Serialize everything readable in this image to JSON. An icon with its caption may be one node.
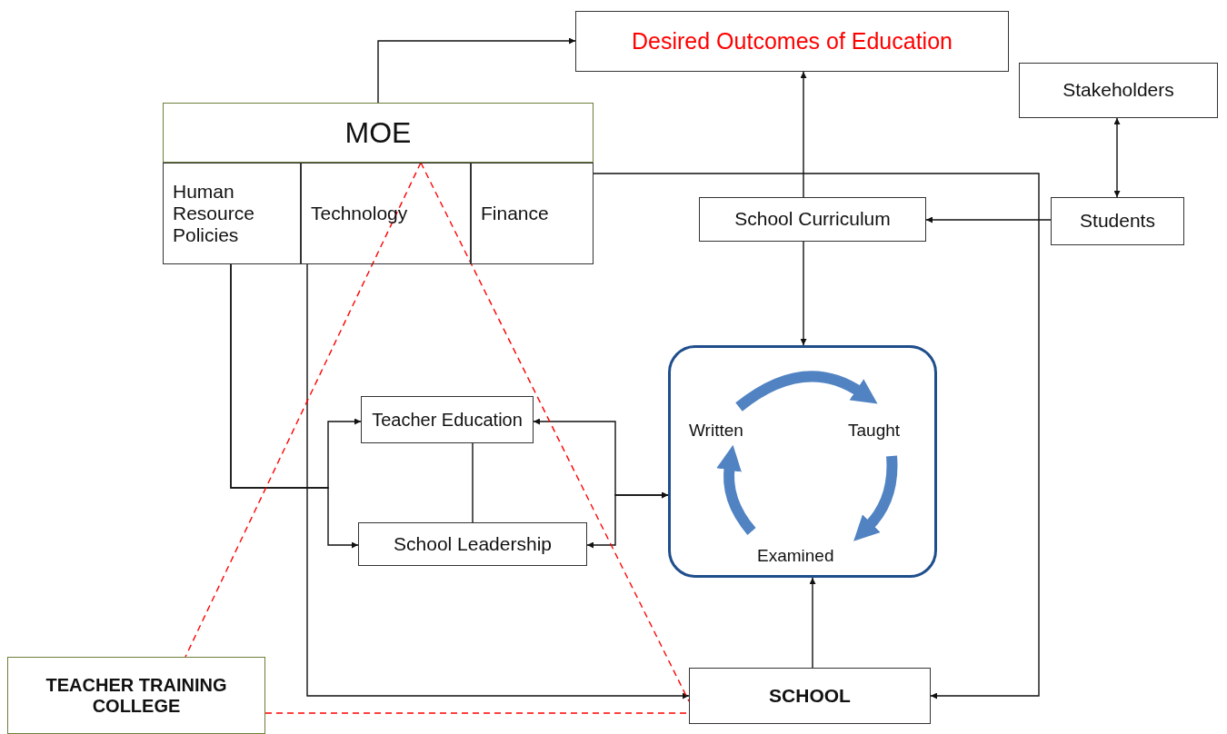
{
  "diagram": {
    "nodes": [
      {
        "text": [
          "Desired Outcomes of Education"
        ]
      },
      {
        "text": [
          "Stakeholders"
        ]
      },
      {
        "text": [
          "MOE"
        ]
      },
      {
        "text": [
          "Human Resource Policies"
        ]
      },
      {
        "text": [
          "Technology"
        ]
      },
      {
        "text": [
          "Finance"
        ]
      },
      {
        "text": [
          "School Curriculum"
        ]
      },
      {
        "text": [
          "Students"
        ]
      },
      {
        "text": [
          "Teacher Education"
        ]
      },
      {
        "text": [
          "School Leadership"
        ]
      },
      {
        "text": [
          "Written",
          "Taught",
          "Examined"
        ]
      },
      {
        "text": [
          "TEACHER TRAINING COLLEGE"
        ]
      },
      {
        "text": [
          "SCHOOL"
        ]
      }
    ],
    "edges": [
      {
        "from": 2,
        "to": 0,
        "arrow": "to"
      },
      {
        "from": 6,
        "to": 0,
        "arrow": "to"
      },
      {
        "from": 1,
        "to": 7,
        "arrow": "both"
      },
      {
        "from": 7,
        "to": 6,
        "arrow": "to"
      },
      {
        "from": 6,
        "to": 10,
        "arrow": "to"
      },
      {
        "from": 5,
        "to": 12,
        "arrow": "to"
      },
      {
        "from": 3,
        "to": 8,
        "arrow": "to"
      },
      {
        "from": 3,
        "to": 9,
        "arrow": "to"
      },
      {
        "from": 4,
        "to": 12,
        "arrow": "to"
      },
      {
        "from": 8,
        "to": 9,
        "arrow": "none"
      },
      {
        "from": 8,
        "to": 10,
        "arrow": "both"
      },
      {
        "from": 9,
        "to": 10,
        "arrow": "both"
      },
      {
        "from": 12,
        "to": 10,
        "arrow": "to"
      },
      {
        "from": 4,
        "to": 11,
        "arrow": "none",
        "style": "dashed",
        "color": "#ff0000"
      },
      {
        "from": 4,
        "to": 12,
        "arrow": "none",
        "style": "dashed",
        "color": "#ff0000"
      },
      {
        "from": 11,
        "to": 12,
        "arrow": "none",
        "style": "dashed",
        "color": "#ff0000"
      }
    ]
  }
}
